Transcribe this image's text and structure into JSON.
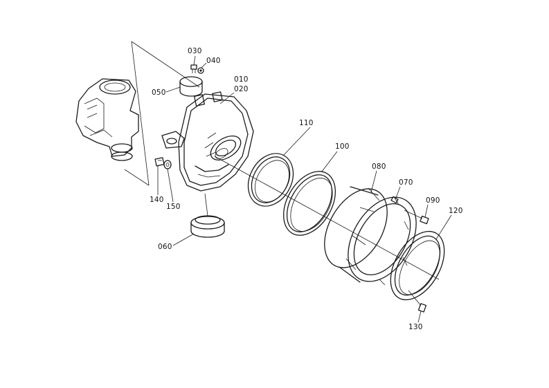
{
  "labels": {
    "p010": "010",
    "p020": "020",
    "p030": "030",
    "p040": "040",
    "p050": "050",
    "p060": "060",
    "p070": "070",
    "p080": "080",
    "p090": "090",
    "p100": "100",
    "p110": "110",
    "p120": "120",
    "p130": "130",
    "p140": "140",
    "p150": "150"
  },
  "colors": {
    "ink": "#1a1a1a",
    "paper": "#ffffff"
  }
}
